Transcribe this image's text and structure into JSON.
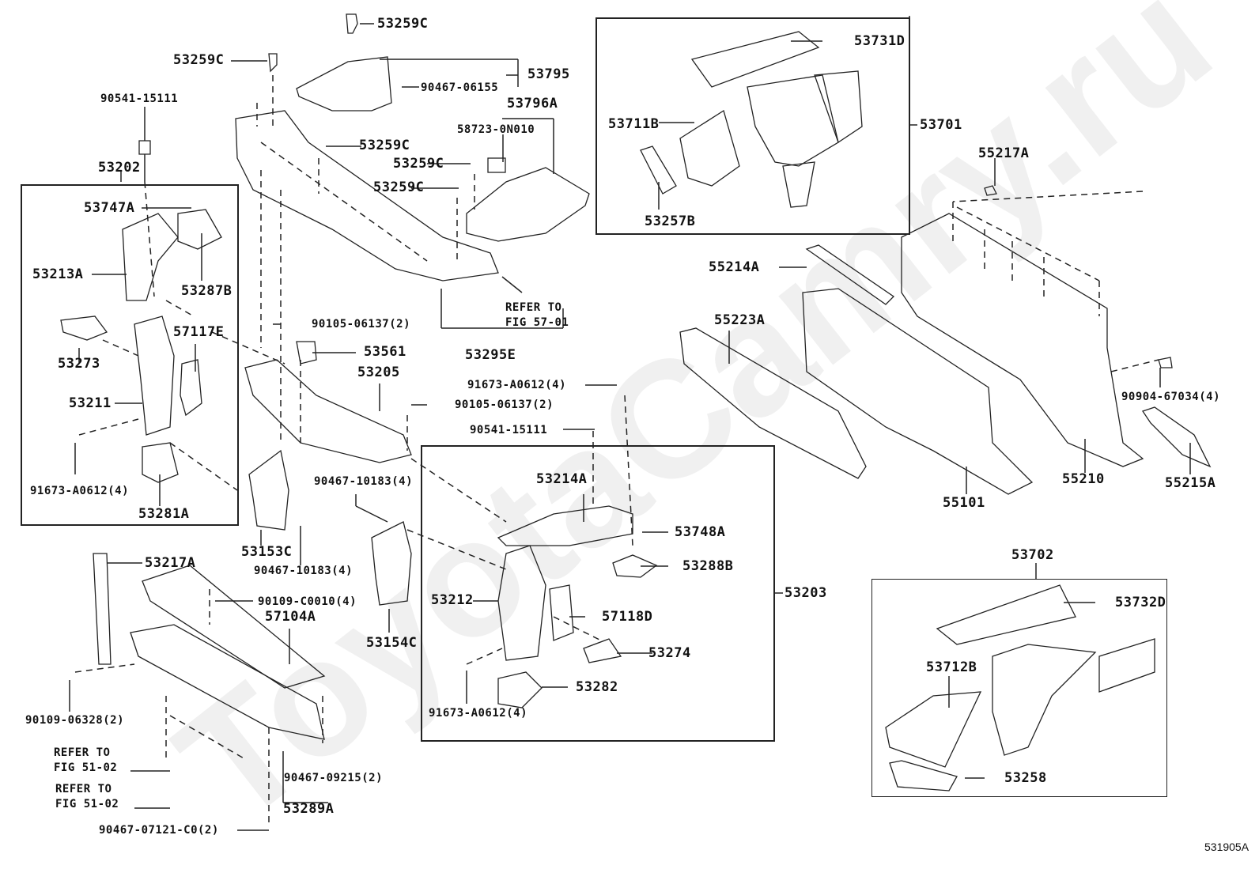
{
  "diagram": {
    "title": "Toyota body parts diagram - front body / dash panel",
    "figure_id": "531905A",
    "watermark": "ToyotaCamry.ru",
    "groups": {
      "g53202": "53202",
      "g53203": "53203",
      "g53701": "53701",
      "g53702": "53702"
    },
    "labels": {
      "p53259c_1": "53259C",
      "p53259c_2": "53259C",
      "p53259c_3": "53259C",
      "p53259c_4": "53259C",
      "p53259c_5": "53259C",
      "p90541_15111_a": "90541-15111",
      "p90541_15111_b": "90541-15111",
      "p53795": "53795",
      "p90467_06155": "90467-06155",
      "p53796a": "53796A",
      "p58723_0n010": "58723-0N010",
      "p53747a": "53747A",
      "p53213a": "53213A",
      "p53287b": "53287B",
      "p53273": "53273",
      "p57117e": "57117E",
      "p53211": "53211",
      "p91673_a0612_a": "91673-A0612(4)",
      "p91673_a0612_b": "91673-A0612(4)",
      "p91673_a0612_c": "91673-A0612(4)",
      "p53281a": "53281A",
      "p90105_06137_a": "90105-06137(2)",
      "p90105_06137_b": "90105-06137(2)",
      "p53561": "53561",
      "p53205": "53205",
      "p53295e": "53295E",
      "p53153c": "53153C",
      "p90467_10183_a": "90467-10183(4)",
      "p90467_10183_b": "90467-10183(4)",
      "p53154c": "53154C",
      "p53214a": "53214A",
      "p53748a": "53748A",
      "p53288b": "53288B",
      "p53212": "53212",
      "p57118d": "57118D",
      "p53274": "53274",
      "p53282": "53282",
      "p53217a": "53217A",
      "p90109_c0010": "90109-C0010(4)",
      "p57104a": "57104A",
      "p90109_06328": "90109-06328(2)",
      "p90467_09215": "90467-09215(2)",
      "p53289a": "53289A",
      "p90467_07121": "90467-07121-C0(2)",
      "p53731d": "53731D",
      "p53711b": "53711B",
      "p53257b": "53257B",
      "p55217a": "55217A",
      "p55214a": "55214A",
      "p55223a": "55223A",
      "p90904_67034": "90904-67034(4)",
      "p55210": "55210",
      "p55215a": "55215A",
      "p55101": "55101",
      "p53732d": "53732D",
      "p53712b": "53712B",
      "p53258": "53258"
    },
    "notes": {
      "refer_57_01": "REFER TO\nFIG 57-01",
      "refer_51_02_a": "REFER TO\nFIG 51-02",
      "refer_51_02_b": "REFER TO\nFIG 51-02"
    }
  }
}
